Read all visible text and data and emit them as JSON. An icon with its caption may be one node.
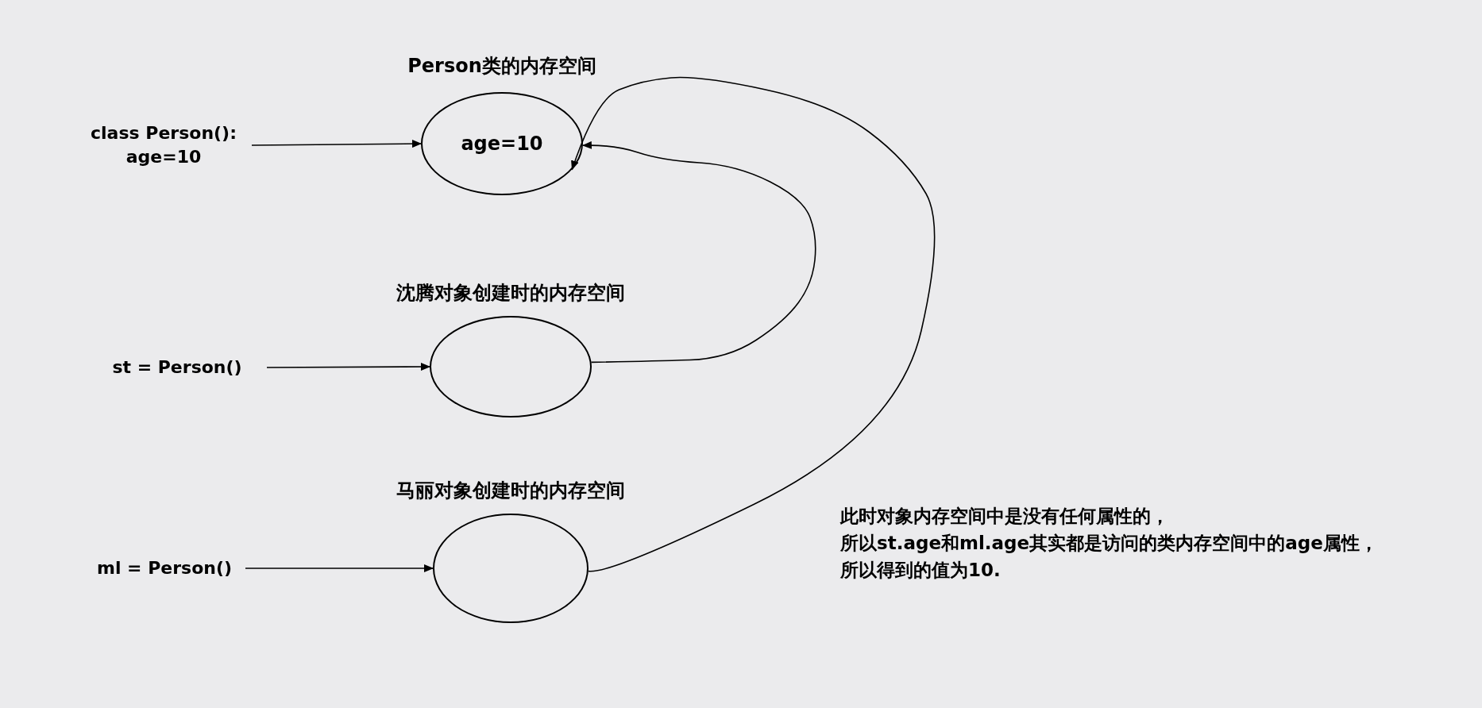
{
  "diagram": {
    "nodes": [
      {
        "text": [
          "class Person(): age=10"
        ]
      },
      {
        "text": [
          "Person类的内存空间",
          "age=10"
        ]
      },
      {
        "text": [
          "st = Person()"
        ]
      },
      {
        "text": [
          "沈腾对象创建时的内存空间"
        ]
      },
      {
        "text": [
          "ml = Person()"
        ]
      },
      {
        "text": [
          "马丽对象创建时的内存空间"
        ]
      }
    ],
    "edges": [
      {
        "from": 0,
        "to": 1,
        "arrow": "to"
      },
      {
        "from": 2,
        "to": 3,
        "arrow": "to"
      },
      {
        "from": 4,
        "to": 5,
        "arrow": "to"
      },
      {
        "from": 3,
        "to": 1,
        "arrow": "to"
      },
      {
        "from": 5,
        "to": 1,
        "arrow": "to"
      }
    ],
    "labels": [
      "此时对象内存空间中是没有任何属性的，",
      "所以st.age和ml.age其实都是访问的类内存空间中的age属性，",
      "所以得到的值为10."
    ]
  }
}
